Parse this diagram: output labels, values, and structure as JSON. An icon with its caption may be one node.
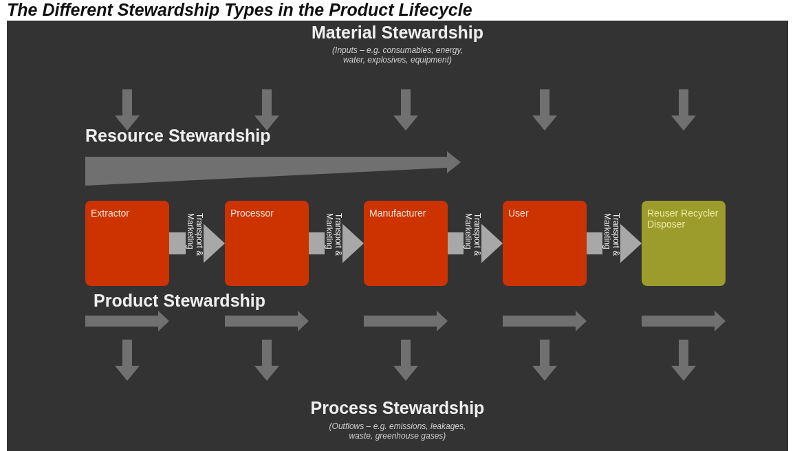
{
  "diagram": {
    "title": "The Different Stewardship Types in the Product Lifecycle",
    "nodes": [
      {
        "text": [
          "Extractor"
        ]
      },
      {
        "text": [
          "Processor"
        ]
      },
      {
        "text": [
          "Manufacturer"
        ]
      },
      {
        "text": [
          "User"
        ]
      },
      {
        "text": [
          "Reuser Recycler Disposer"
        ]
      }
    ],
    "edges": [
      {
        "from": 0,
        "to": 1,
        "arrow": "to",
        "label": "Transport & Marketing"
      },
      {
        "from": 1,
        "to": 2,
        "arrow": "to",
        "label": "Transport & Marketing"
      },
      {
        "from": 2,
        "to": 3,
        "arrow": "to",
        "label": "Transport & Marketing"
      },
      {
        "from": 3,
        "to": 4,
        "arrow": "to",
        "label": "Transport & Marketing"
      }
    ],
    "labels": [
      "Material Stewardship",
      "(Inputs – e.g. consumables, energy, water, explosives, equipment)",
      "Resource Stewardship",
      "Product Stewardship",
      "Process Stewardship",
      "(Outflows – e.g. emissions, leakages, waste, greenhouse gases)"
    ]
  }
}
